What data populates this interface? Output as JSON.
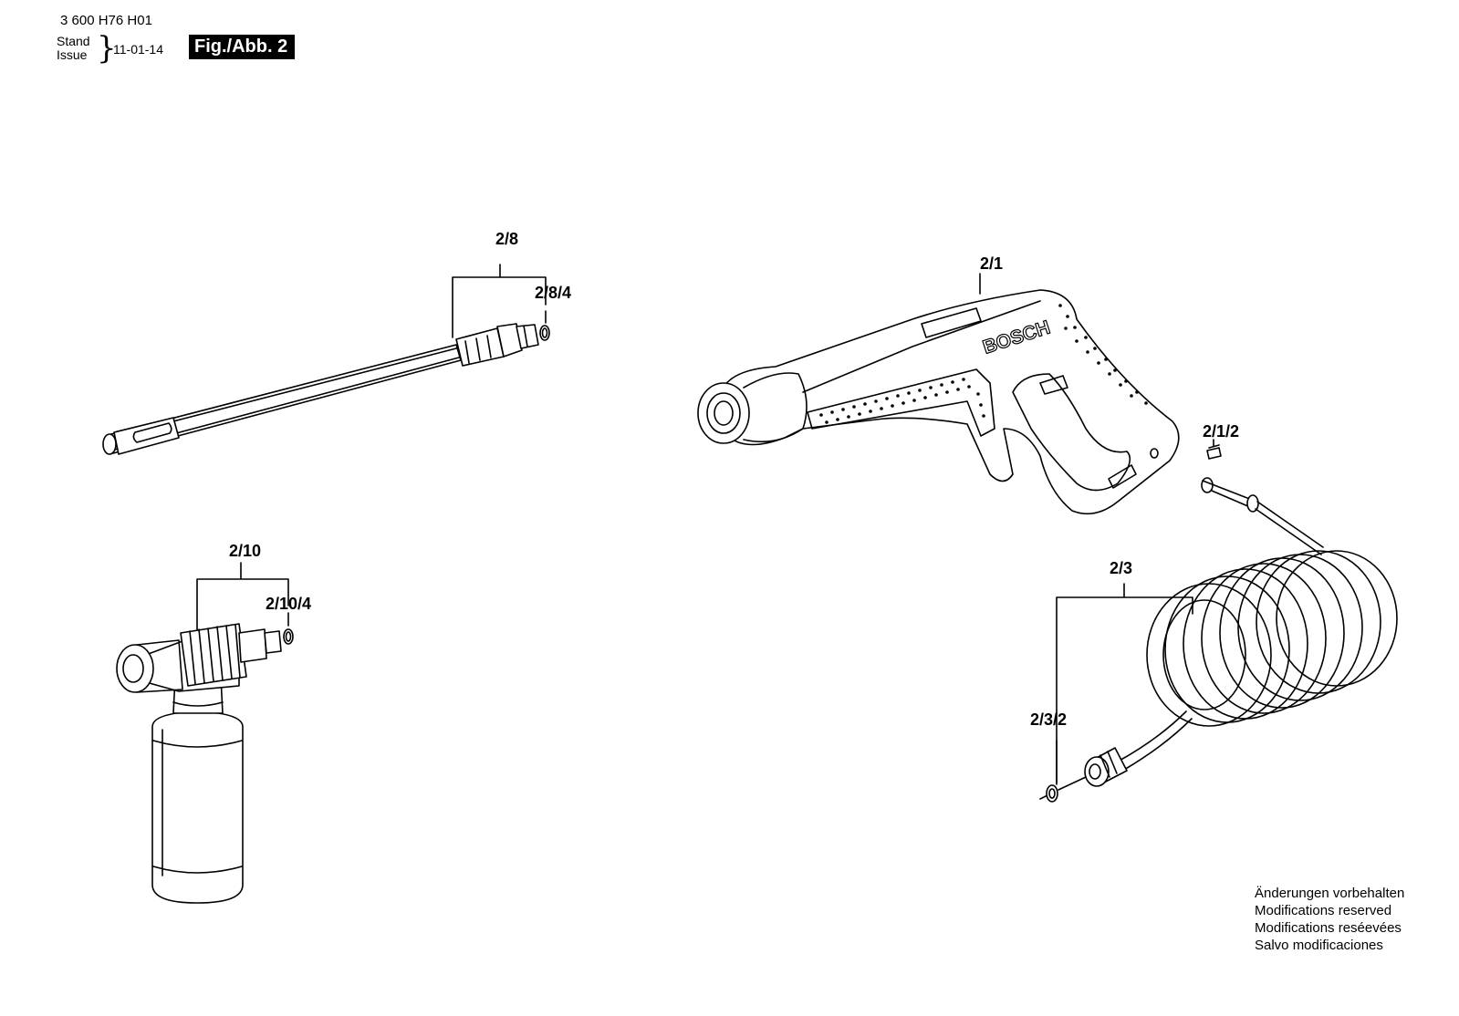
{
  "header": {
    "doc_code": "3 600 H76 H01",
    "stand_label": "Stand",
    "issue_label": "Issue",
    "date": "11-01-14",
    "figure_label": "Fig./Abb. 2"
  },
  "callouts": {
    "c_2_8": "2/8",
    "c_2_8_4": "2/8/4",
    "c_2_10": "2/10",
    "c_2_10_4": "2/10/4",
    "c_2_1": "2/1",
    "c_2_1_2": "2/1/2",
    "c_2_3": "2/3",
    "c_2_3_2": "2/3/2"
  },
  "logo_text": "BOSCH",
  "notice": [
    "Änderungen vorbehalten",
    "Modifications reserved",
    "Modifications reséevées",
    "Salvo modificaciones"
  ]
}
